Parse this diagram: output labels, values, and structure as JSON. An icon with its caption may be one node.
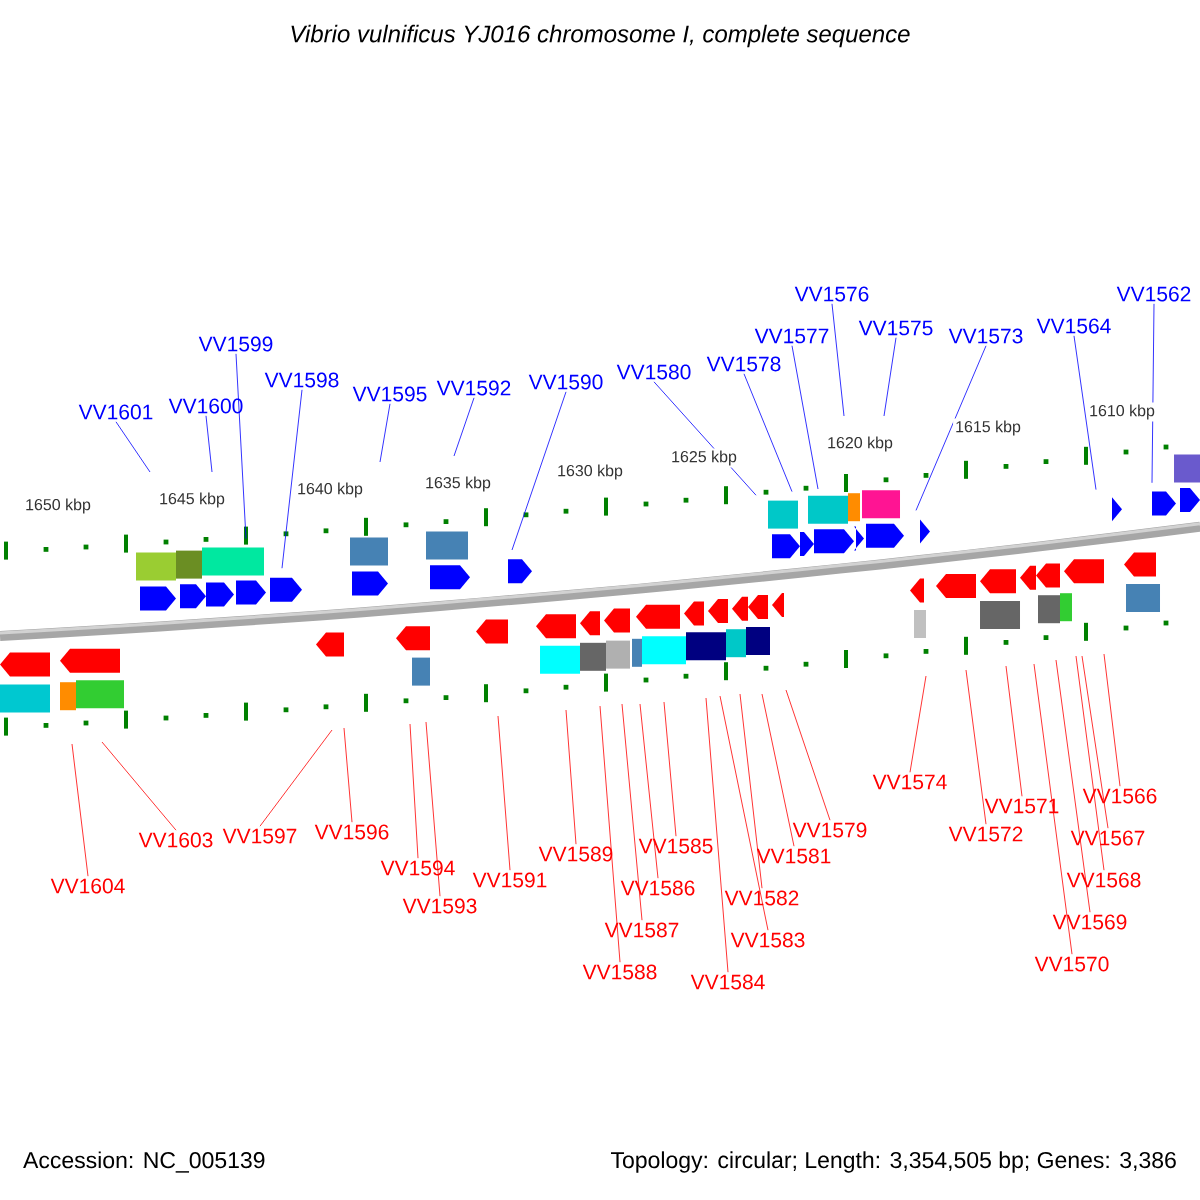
{
  "diagram": {
    "title": "Vibrio vulnificus YJ016 chromosome I, complete sequence",
    "nodes": [
      {
        "text": [
          "VV1601"
        ]
      },
      {
        "text": [
          "VV1600"
        ]
      },
      {
        "text": [
          "VV1599"
        ]
      },
      {
        "text": [
          "VV1598"
        ]
      },
      {
        "text": [
          "VV1595"
        ]
      },
      {
        "text": [
          "VV1592"
        ]
      },
      {
        "text": [
          "VV1590"
        ]
      },
      {
        "text": [
          "VV1580"
        ]
      },
      {
        "text": [
          "VV1578"
        ]
      },
      {
        "text": [
          "VV1577"
        ]
      },
      {
        "text": [
          "VV1576"
        ]
      },
      {
        "text": [
          "VV1575"
        ]
      },
      {
        "text": [
          "VV1573"
        ]
      },
      {
        "text": [
          "VV1564"
        ]
      },
      {
        "text": [
          "VV1562"
        ]
      },
      {
        "text": [
          "VV1604"
        ]
      },
      {
        "text": [
          "VV1603"
        ]
      },
      {
        "text": [
          "VV1597"
        ]
      },
      {
        "text": [
          "VV1596"
        ]
      },
      {
        "text": [
          "VV1594"
        ]
      },
      {
        "text": [
          "VV1593"
        ]
      },
      {
        "text": [
          "VV1591"
        ]
      },
      {
        "text": [
          "VV1589"
        ]
      },
      {
        "text": [
          "VV1588"
        ]
      },
      {
        "text": [
          "VV1587"
        ]
      },
      {
        "text": [
          "VV1586"
        ]
      },
      {
        "text": [
          "VV1585"
        ]
      },
      {
        "text": [
          "VV1584"
        ]
      },
      {
        "text": [
          "VV1583"
        ]
      },
      {
        "text": [
          "VV1582"
        ]
      },
      {
        "text": [
          "VV1581"
        ]
      },
      {
        "text": [
          "VV1579"
        ]
      },
      {
        "text": [
          "VV1574"
        ]
      },
      {
        "text": [
          "VV1572"
        ]
      },
      {
        "text": [
          "VV1571"
        ]
      },
      {
        "text": [
          "VV1570"
        ]
      },
      {
        "text": [
          "VV1569"
        ]
      },
      {
        "text": [
          "VV1568"
        ]
      },
      {
        "text": [
          "VV1567"
        ]
      },
      {
        "text": [
          "VV1566"
        ]
      }
    ],
    "edges": [
      {
        "from": 0,
        "to": null,
        "arrow": "none",
        "color": "#0000ff"
      },
      {
        "from": 1,
        "to": null,
        "arrow": "none",
        "color": "#0000ff"
      },
      {
        "from": 2,
        "to": null,
        "arrow": "none",
        "color": "#0000ff"
      },
      {
        "from": 3,
        "to": null,
        "arrow": "none",
        "color": "#0000ff"
      },
      {
        "from": 4,
        "to": null,
        "arrow": "none",
        "color": "#0000ff"
      },
      {
        "from": 5,
        "to": null,
        "arrow": "none",
        "color": "#0000ff"
      },
      {
        "from": 6,
        "to": null,
        "arrow": "none",
        "color": "#0000ff"
      },
      {
        "from": 7,
        "to": null,
        "arrow": "none",
        "color": "#0000ff"
      },
      {
        "from": 8,
        "to": null,
        "arrow": "none",
        "color": "#0000ff"
      },
      {
        "from": 9,
        "to": null,
        "arrow": "none",
        "color": "#0000ff"
      },
      {
        "from": 10,
        "to": null,
        "arrow": "none",
        "color": "#0000ff"
      },
      {
        "from": 11,
        "to": null,
        "arrow": "none",
        "color": "#0000ff"
      },
      {
        "from": 12,
        "to": null,
        "arrow": "none",
        "color": "#0000ff"
      },
      {
        "from": 13,
        "to": null,
        "arrow": "none",
        "color": "#0000ff"
      },
      {
        "from": 14,
        "to": null,
        "arrow": "none",
        "color": "#0000ff"
      },
      {
        "from": 15,
        "to": null,
        "arrow": "none"
      },
      {
        "from": 16,
        "to": null,
        "arrow": "none"
      },
      {
        "from": 17,
        "to": null,
        "arrow": "none"
      },
      {
        "from": 18,
        "to": null,
        "arrow": "none"
      },
      {
        "from": 19,
        "to": null,
        "arrow": "none"
      },
      {
        "from": 20,
        "to": null,
        "arrow": "none"
      },
      {
        "from": 21,
        "to": null,
        "arrow": "none"
      },
      {
        "from": 22,
        "to": null,
        "arrow": "none"
      },
      {
        "from": 23,
        "to": null,
        "arrow": "none"
      },
      {
        "from": 24,
        "to": null,
        "arrow": "none"
      },
      {
        "from": 25,
        "to": null,
        "arrow": "none"
      },
      {
        "from": 26,
        "to": null,
        "arrow": "none"
      },
      {
        "from": 27,
        "to": null,
        "arrow": "none"
      },
      {
        "from": 28,
        "to": null,
        "arrow": "none"
      },
      {
        "from": 29,
        "to": null,
        "arrow": "none"
      },
      {
        "from": 30,
        "to": null,
        "arrow": "none"
      },
      {
        "from": 31,
        "to": null,
        "arrow": "none"
      },
      {
        "from": 32,
        "to": null,
        "arrow": "none"
      },
      {
        "from": 33,
        "to": null,
        "arrow": "none"
      },
      {
        "from": 34,
        "to": null,
        "arrow": "none"
      },
      {
        "from": 35,
        "to": null,
        "arrow": "none"
      },
      {
        "from": 36,
        "to": null,
        "arrow": "none"
      },
      {
        "from": 37,
        "to": null,
        "arrow": "none"
      },
      {
        "from": 38,
        "to": null,
        "arrow": "none"
      },
      {
        "from": 39,
        "to": null,
        "arrow": "none"
      }
    ],
    "labels": [
      "1650 kbp",
      "1645 kbp",
      "1640 kbp",
      "1635 kbp",
      "1630 kbp",
      "1625 kbp",
      "1620 kbp",
      "1615 kbp",
      "1610 kbp",
      "Accession: NC_005139",
      "Topology: circular; Length: 3,354,505 bp; Genes: 3,386"
    ]
  }
}
